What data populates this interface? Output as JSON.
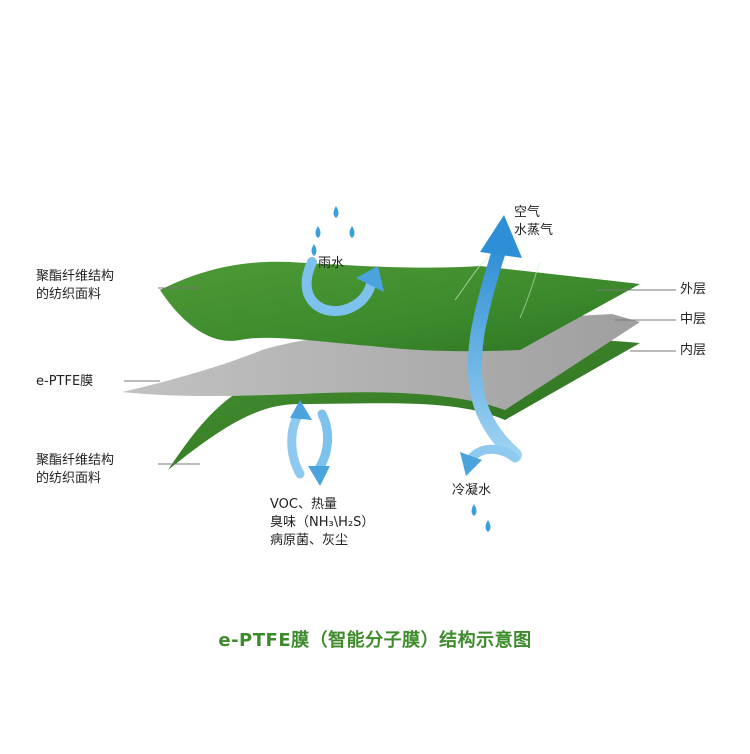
{
  "labels": {
    "outer_material": [
      "聚酯纤维结构",
      "的纺织面料"
    ],
    "membrane": "e-PTFE膜",
    "inner_material": [
      "聚酯纤维结构",
      "的纺织面料"
    ],
    "outer_layer": "外层",
    "middle_layer": "中层",
    "inner_layer": "内层",
    "rain": "雨水",
    "air_vapor": [
      "空气",
      "水蒸气"
    ],
    "condensate": "冷凝水",
    "blocked": [
      "VOC、热量",
      "臭味（NH₃\\H₂S）",
      "病原菌、灰尘"
    ]
  },
  "caption": "e-PTFE膜（智能分子膜）结构示意图",
  "colors": {
    "outer_green": "#3c8a2c",
    "outer_green_light": "#5aa33f",
    "membrane_gray": "#b5b5b5",
    "inner_green": "#2f7a22",
    "arrow_blue": "#4aa3dd",
    "drop_blue": "#3aa0dc",
    "caption_green": "#3e8b2c"
  }
}
